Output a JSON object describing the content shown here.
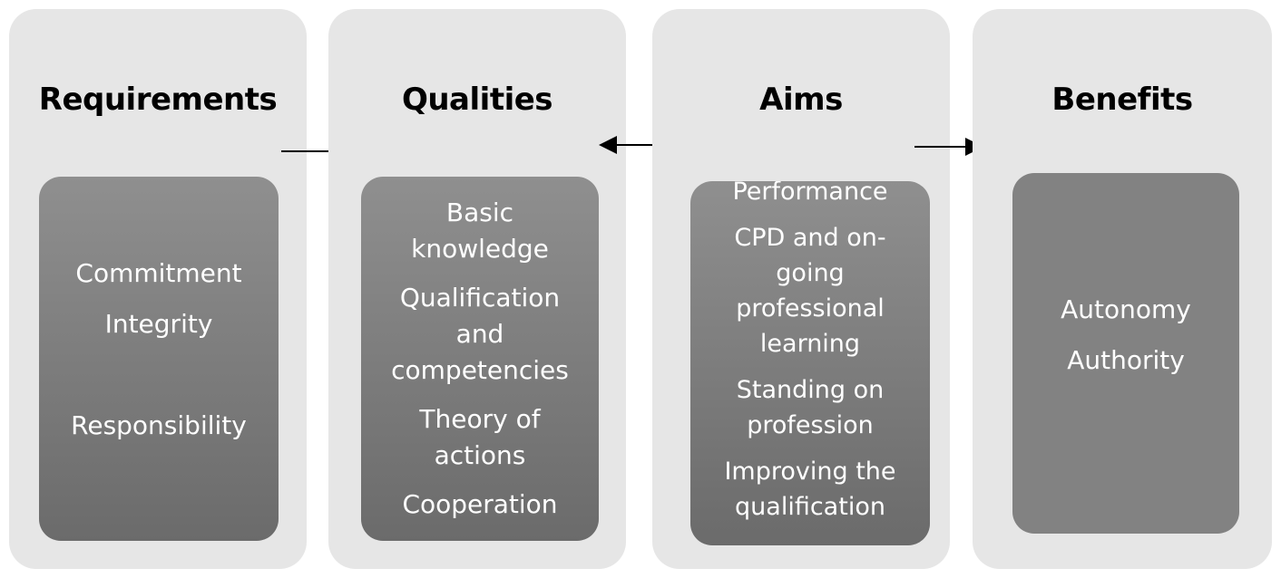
{
  "diagram": {
    "columns": [
      {
        "title": "Requirements",
        "items": [
          "Commitment",
          "Integrity",
          "",
          "Responsibility"
        ]
      },
      {
        "title": "Qualities",
        "items": [
          "Basic\nknowledge",
          "Qualification\nand\ncompetencies",
          "Theory of\nactions",
          "Cooperation"
        ]
      },
      {
        "title": "Aims",
        "items": [
          "Performance",
          "CPD and on-\ngoing\nprofessional\nlearning",
          "Standing on\nprofession",
          "Improving the\nqualification"
        ]
      },
      {
        "title": "Benefits",
        "items": [
          "Autonomy",
          "Authority"
        ]
      }
    ],
    "connectors": [
      {
        "from": "Requirements",
        "to": "Qualities",
        "type": "arrow-right"
      },
      {
        "from": "Qualities",
        "to": "Aims",
        "type": "double-arrow"
      },
      {
        "from": "Aims",
        "to": "Benefits",
        "type": "arrow-right"
      }
    ],
    "colors": {
      "panel": "#e6e6e6",
      "inner_top": "#8f8f8f",
      "inner_bottom": "#6b6b6b",
      "inner_flat": "#828282",
      "text_dark": "#000000",
      "text_light": "#ffffff"
    }
  }
}
